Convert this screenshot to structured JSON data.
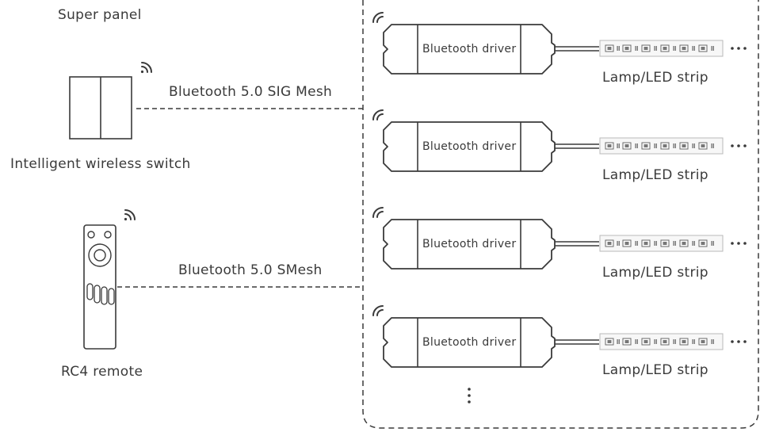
{
  "labels": {
    "super_panel": "Super panel",
    "switch_caption": "Intelligent wireless switch",
    "remote_caption": "RC4 remote",
    "link_switch": "Bluetooth 5.0 SIG Mesh",
    "link_remote": "Bluetooth 5.0 SMesh",
    "driver": "Bluetooth driver",
    "strip": "Lamp/LED strip"
  },
  "drivers": [
    {
      "driver_label": "Bluetooth driver",
      "strip_label": "Lamp/LED strip"
    },
    {
      "driver_label": "Bluetooth driver",
      "strip_label": "Lamp/LED strip"
    },
    {
      "driver_label": "Bluetooth driver",
      "strip_label": "Lamp/LED strip"
    },
    {
      "driver_label": "Bluetooth driver",
      "strip_label": "Lamp/LED strip"
    }
  ],
  "icons": {
    "wireless": "wireless-signal-icon",
    "continuation": "ellipsis-icon"
  },
  "colors": {
    "line": "#3a3a3a",
    "strip_border": "#b8b8b8",
    "strip_fill": "#f7f7f7"
  }
}
